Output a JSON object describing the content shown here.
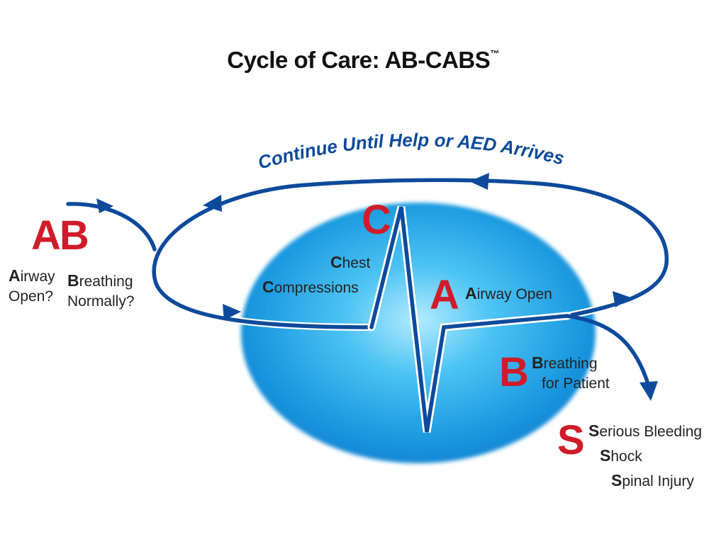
{
  "title": {
    "text": "Cycle of Care: AB-CABS",
    "trademark": "™"
  },
  "loop_label": "Continue Until Help or AED Arrives",
  "ab_block": {
    "letters": "AB",
    "airway_initial": "A",
    "airway_line1": "irway",
    "airway_line2": "Open?",
    "breathing_initial": "B",
    "breathing_line1": "reathing",
    "breathing_line2": "Normally?"
  },
  "c_block": {
    "letter": "C",
    "initial1": "C",
    "line1": "hest",
    "initial2": "C",
    "line2": "ompressions"
  },
  "a_block": {
    "letter": "A",
    "initial": "A",
    "rest": "irway Open"
  },
  "b_block": {
    "letter": "B",
    "initial": "B",
    "line1": "reathing",
    "line2": "for Patient"
  },
  "s_block": {
    "letter": "S",
    "item1_initial": "S",
    "item1_rest": "erious Bleeding",
    "item2_initial": "S",
    "item2_rest": "hock",
    "item3_initial": "S",
    "item3_rest": "pinal Injury"
  },
  "colors": {
    "arrow_blue": "#0d4a9c",
    "letter_red": "#d01c2a",
    "ellipse_light": "#9fe3ff",
    "ellipse_mid": "#29b0ec",
    "ellipse_dark": "#0a75c9"
  }
}
